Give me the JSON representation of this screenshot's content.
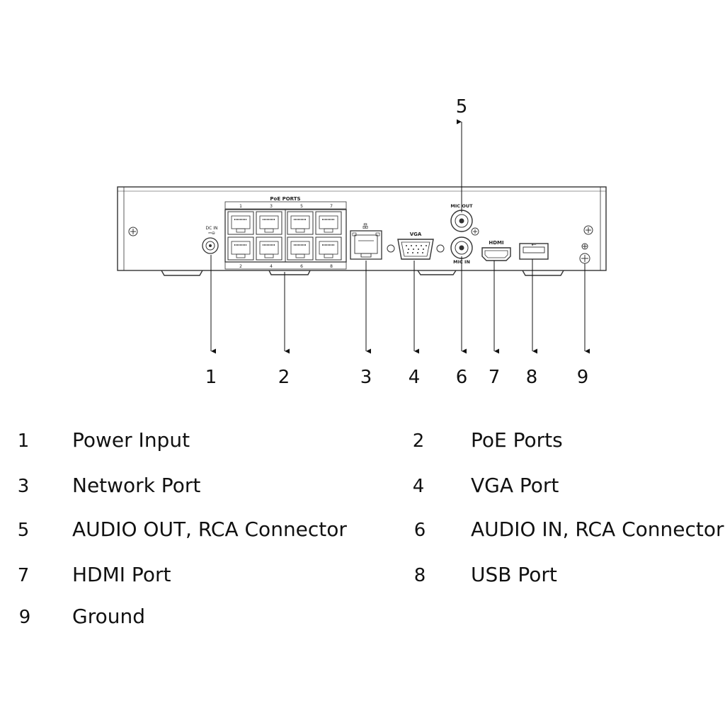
{
  "device": {
    "panel_labels": {
      "poe_ports": "PoE PORTS",
      "dc_in": "DC IN",
      "vga": "VGA",
      "mic_out": "MIC OUT",
      "mic_in": "MIC IN",
      "hdmi": "HDMI",
      "port_numbers_top": [
        "1",
        "3",
        "5",
        "7"
      ],
      "port_numbers_bottom": [
        "2",
        "4",
        "6",
        "8"
      ]
    }
  },
  "callouts": [
    {
      "id": "1",
      "text": "1"
    },
    {
      "id": "2",
      "text": "2"
    },
    {
      "id": "3",
      "text": "3"
    },
    {
      "id": "4",
      "text": "4"
    },
    {
      "id": "5",
      "text": "5"
    },
    {
      "id": "6",
      "text": "6"
    },
    {
      "id": "7",
      "text": "7"
    },
    {
      "id": "8",
      "text": "8"
    },
    {
      "id": "9",
      "text": "9"
    }
  ],
  "legend": [
    {
      "number": "1",
      "label": "Power Input"
    },
    {
      "number": "2",
      "label": "PoE Ports"
    },
    {
      "number": "3",
      "label": "Network Port"
    },
    {
      "number": "4",
      "label": "VGA Port"
    },
    {
      "number": "5",
      "label": "AUDIO OUT, RCA Connector"
    },
    {
      "number": "6",
      "label": "AUDIO IN, RCA Connector"
    },
    {
      "number": "7",
      "label": "HDMI Port"
    },
    {
      "number": "8",
      "label": "USB Port"
    },
    {
      "number": "9",
      "label": "Ground"
    }
  ]
}
